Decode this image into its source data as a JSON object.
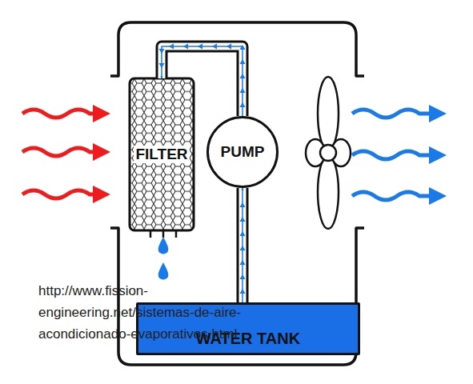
{
  "diagram": {
    "nodes": [
      {
        "text": [
          "FILTER"
        ]
      },
      {
        "text": [
          "PUMP"
        ]
      },
      {
        "text": [
          "WATER TANK"
        ]
      }
    ],
    "edges": [
      {
        "from": 2,
        "to": 1,
        "arrow": "to"
      },
      {
        "from": 1,
        "to": 0,
        "arrow": "to"
      }
    ],
    "labels": [
      "http://www.fission- engineering.net/sistemas-de-aire- acondicionado-evaporativos.html"
    ]
  }
}
